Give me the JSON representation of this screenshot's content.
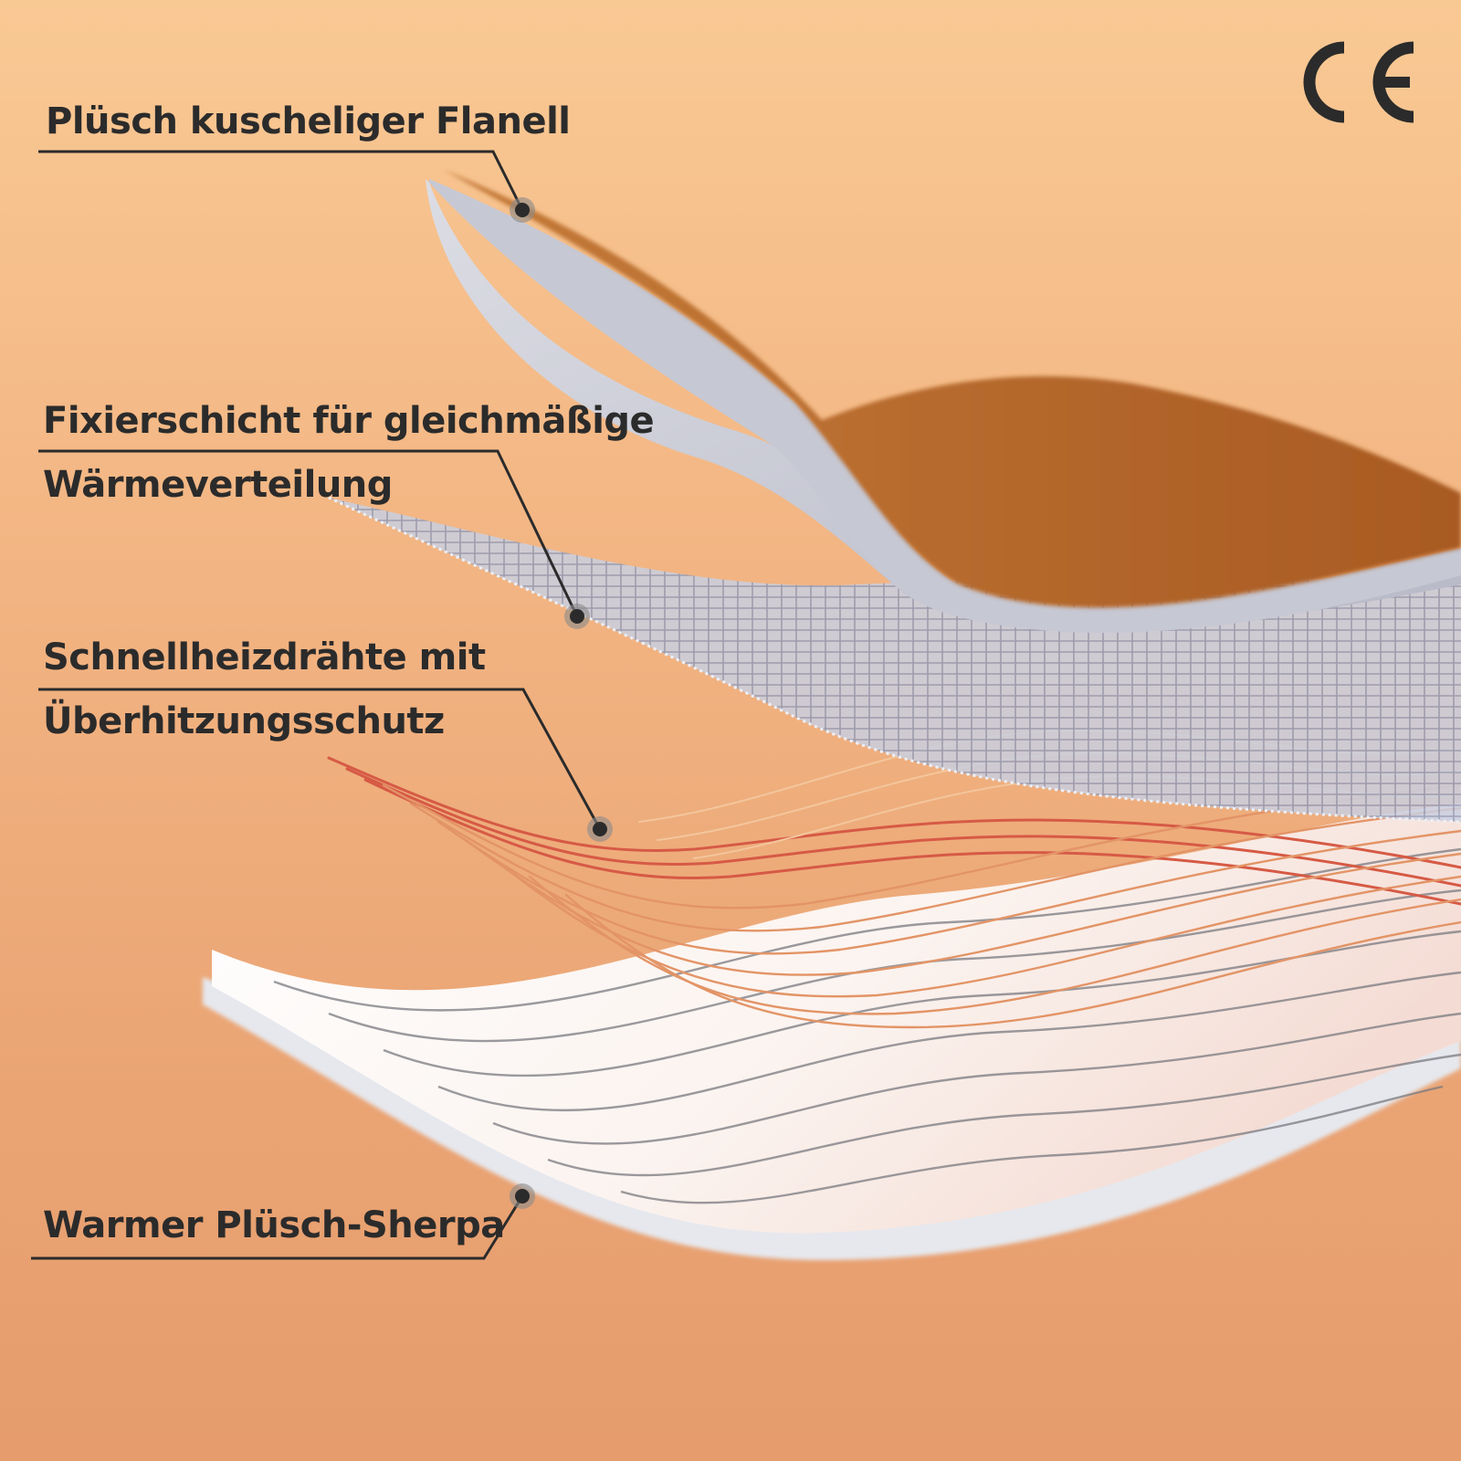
{
  "labels": {
    "flannel": "Plüsch kuscheliger Flanell",
    "fixing_line1": "Fixierschicht für gleichmäßige",
    "fixing_line2": "Wärmeverteilung",
    "wires_line1": "Schnellheizdrähte mit",
    "wires_line2": "Überhitzungsschutz",
    "sherpa": "Warmer Plüsch-Sherpa"
  },
  "certification": {
    "mark": "CE"
  },
  "colors": {
    "background_top": "#f9c994",
    "background_bottom": "#e69c6c",
    "label_text": "#2b2b2b",
    "flannel": "#b8692c",
    "fixing_layer": "#cfd6e6",
    "heating_wires": "#d9855a",
    "sherpa": "#f8f4f2",
    "ce_mark": "#2b2b2b"
  }
}
